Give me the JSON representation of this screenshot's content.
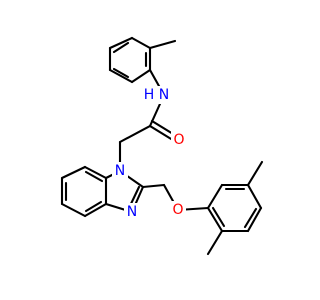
{
  "colors": {
    "bond": "#000000",
    "nitrogen": "#0000ff",
    "oxygen": "#ff0000",
    "background": "#ffffff"
  },
  "atoms": {
    "n_amide": {
      "element": "N",
      "hydrogen": "H"
    },
    "o_carbonyl": {
      "element": "O"
    },
    "n_ring_1": {
      "element": "N"
    },
    "n_ring_3": {
      "element": "N"
    },
    "o_ether": {
      "element": "O"
    }
  }
}
